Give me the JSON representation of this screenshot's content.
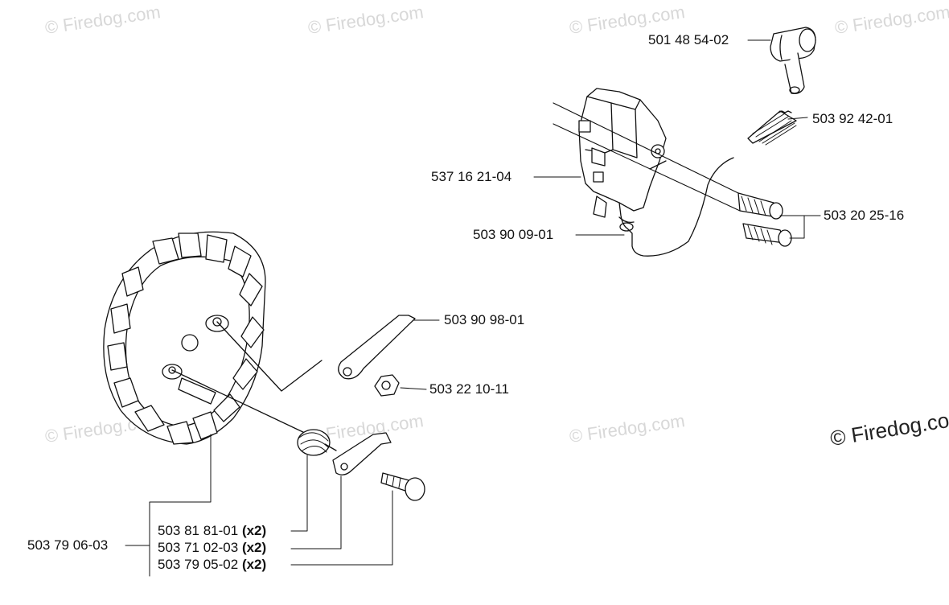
{
  "watermark": "© Firedog.com",
  "corner_watermark": "© Firedog.co",
  "parts": {
    "switch_cap": "501 48 54-02",
    "spring": "503 92 42-01",
    "ignition_module": "537 16 21-04",
    "screw": "503 20 25-16",
    "cable": "503 90 09-01",
    "lever": "503 90 98-01",
    "nut": "503 22 10-11",
    "flywheel": "503 79 06-03",
    "pawl_spring": "503 81 81-01",
    "pawl": "503 71 02-03",
    "pawl_pin": "503 79 05-02",
    "qty_x2": "(x2)"
  }
}
